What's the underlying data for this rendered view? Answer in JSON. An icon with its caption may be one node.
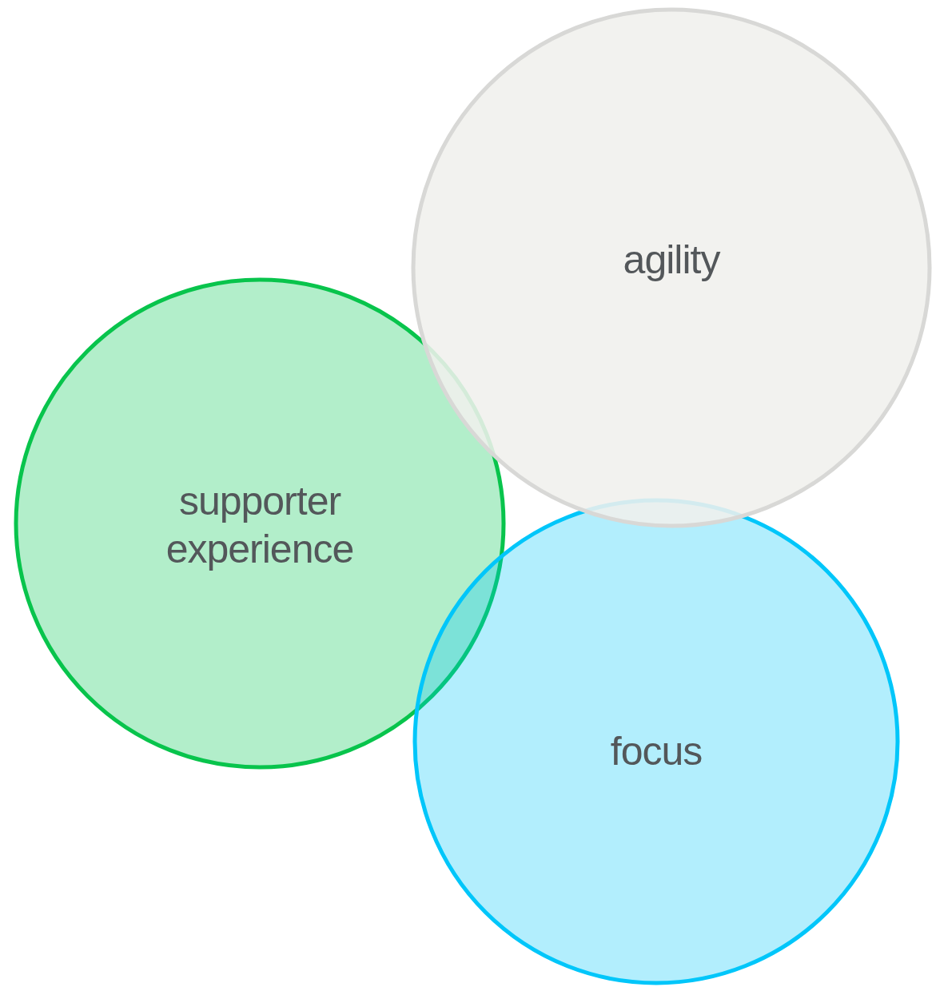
{
  "diagram": {
    "nodes": [
      {
        "text": [
          "agility"
        ]
      },
      {
        "text": [
          "supporter experience"
        ]
      },
      {
        "text": [
          "focus"
        ]
      }
    ]
  }
}
